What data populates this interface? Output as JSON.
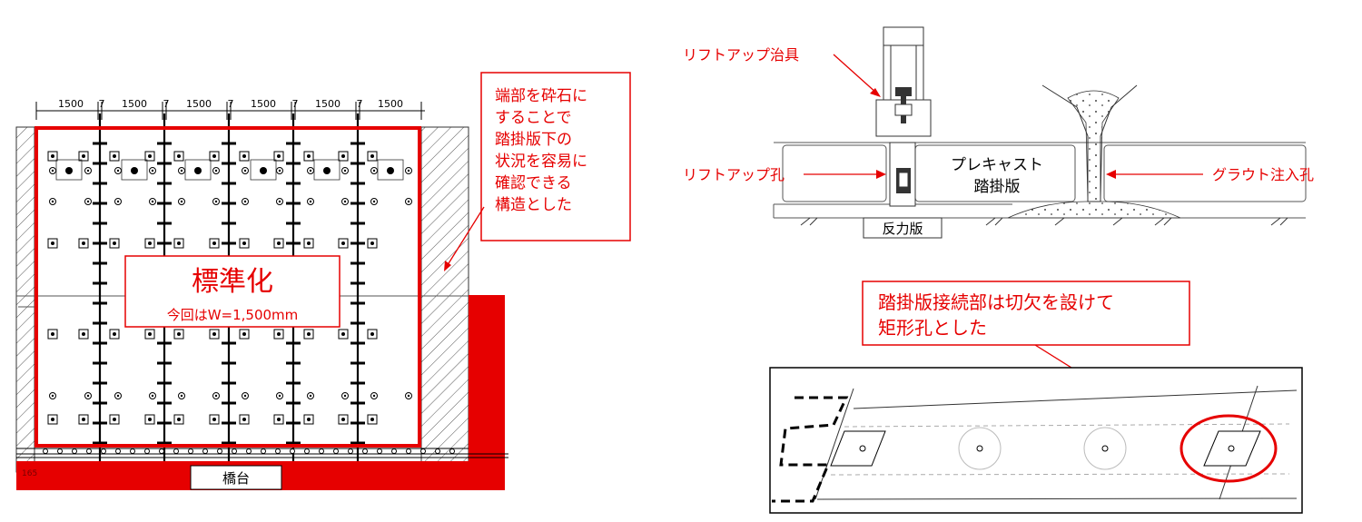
{
  "plan": {
    "dimensions": [
      "1500",
      "7",
      "1500",
      "7",
      "1500",
      "7",
      "1500",
      "7",
      "1500",
      "7",
      "1500"
    ],
    "title": "標準化",
    "subtitle": "今回はW=1,500mm",
    "abutment_label": "橋台",
    "left_dim": "165"
  },
  "callout_end": {
    "lines": [
      "端部を砕石に",
      "することで",
      "踏掛版下の",
      "状況を容易に",
      "確認できる",
      "構造とした"
    ]
  },
  "section": {
    "jig_label": "リフトアップ治具",
    "hole_label": "リフトアップ孔",
    "grout_label": "グラウト注入孔",
    "slab_label_1": "プレキャスト",
    "slab_label_2": "踏掛版",
    "reaction_label": "反力版"
  },
  "callout_joint": {
    "lines": [
      "踏掛版接続部は切欠を設けて",
      "矩形孔とした"
    ]
  },
  "colors": {
    "accent": "#e60000",
    "line": "#000000",
    "hatch": "#555555"
  }
}
